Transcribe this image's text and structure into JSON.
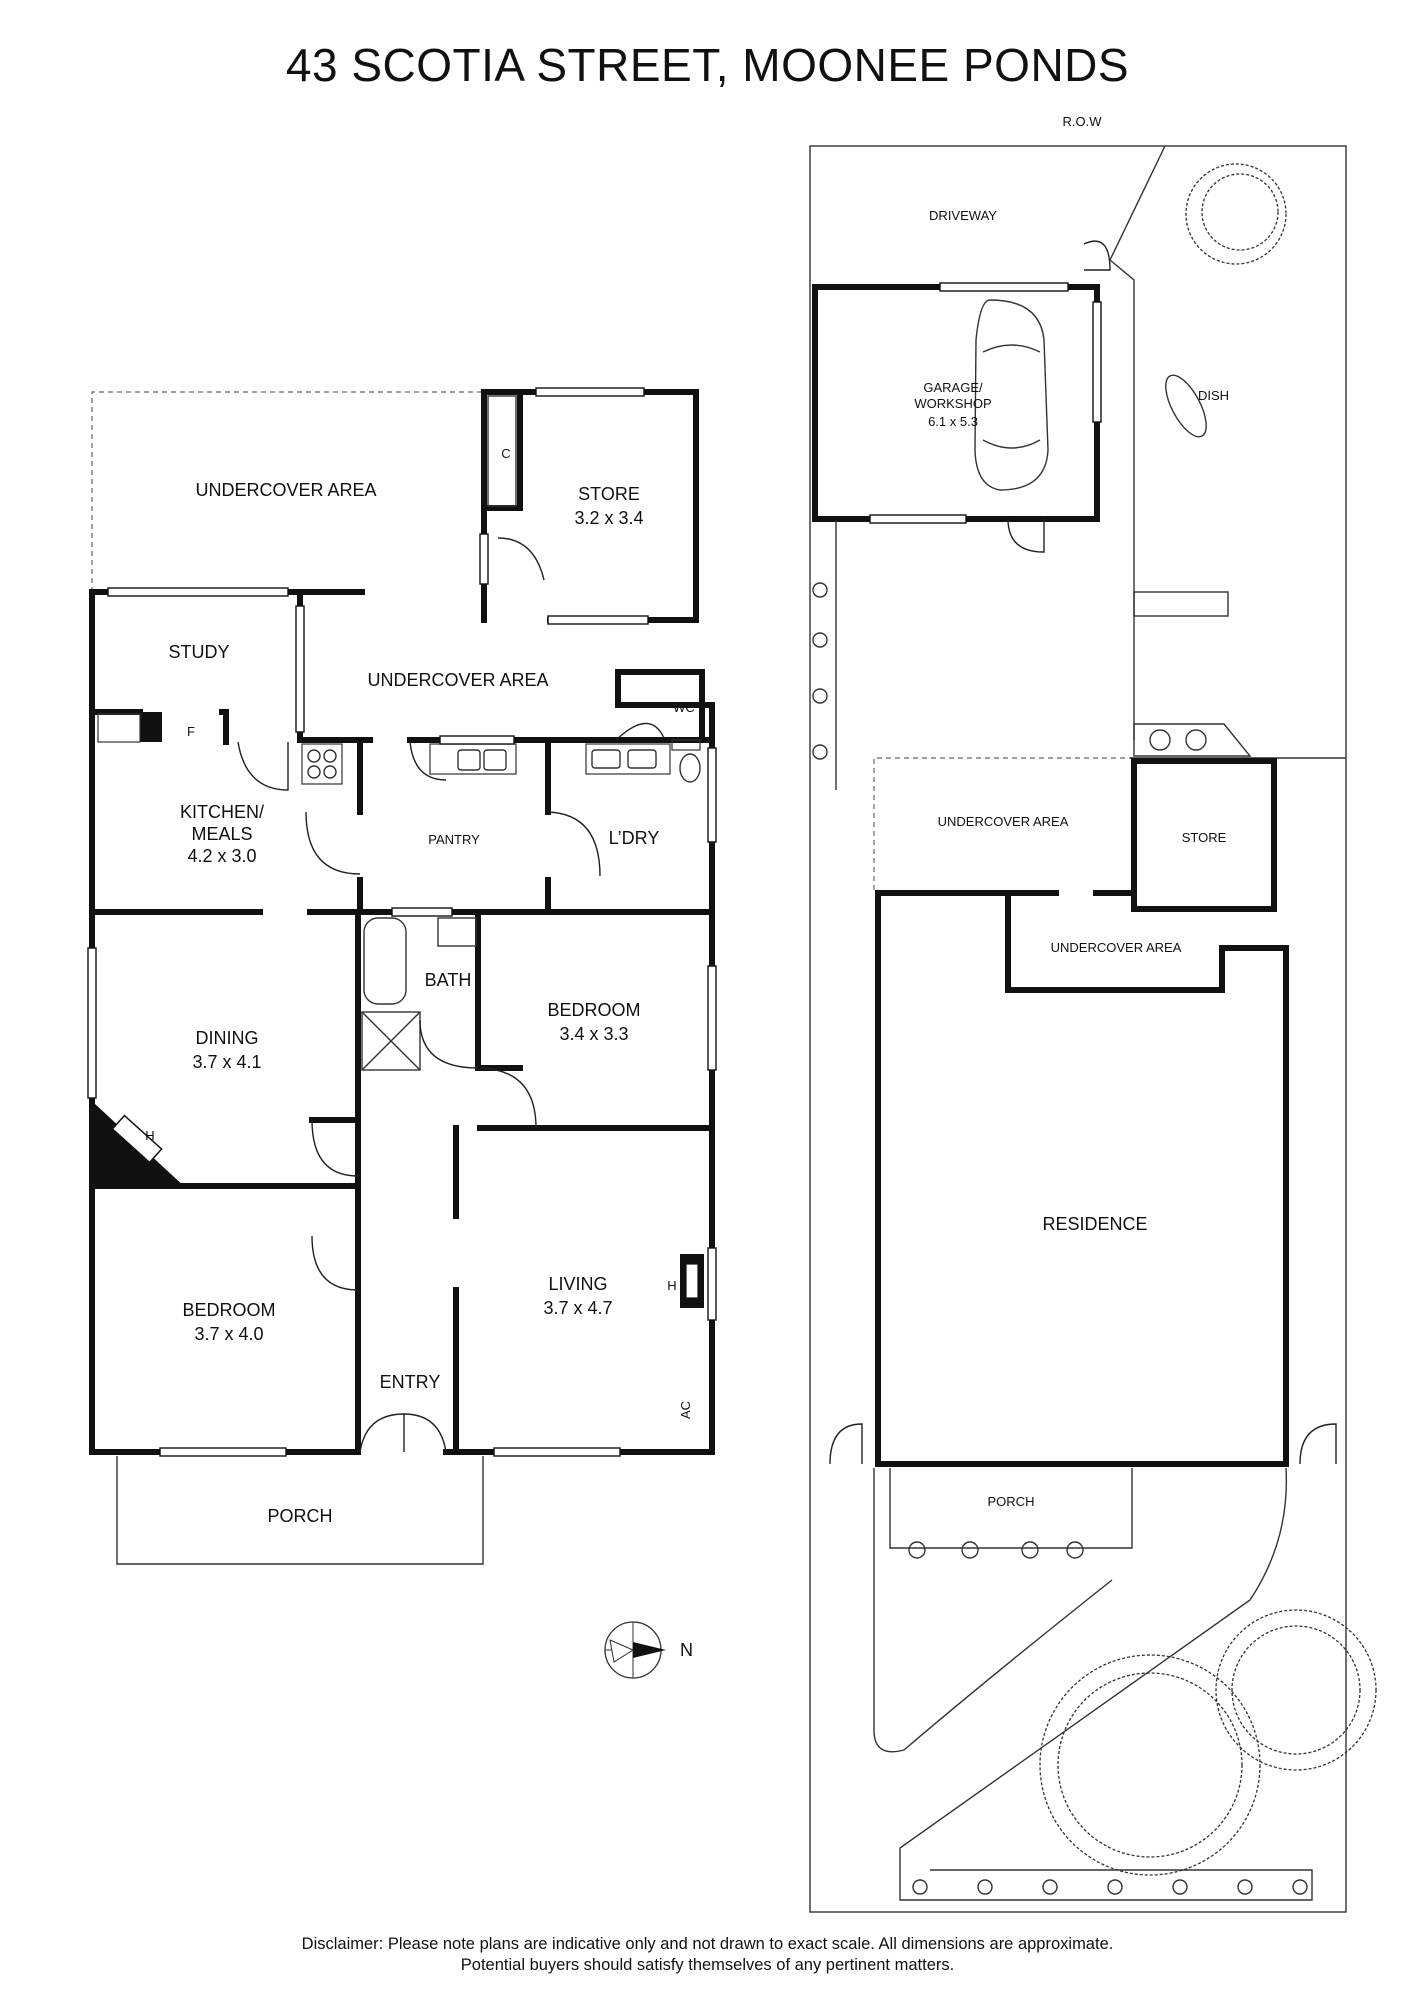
{
  "title": "43 SCOTIA STREET, MOONEE PONDS",
  "floor_plan": {
    "rooms": [
      {
        "name": "UNDERCOVER AREA",
        "size": ""
      },
      {
        "name": "STORE",
        "size": "3.2 x 3.4"
      },
      {
        "name": "STUDY",
        "size": ""
      },
      {
        "name": "UNDERCOVER AREA",
        "size": ""
      },
      {
        "name": "WC",
        "size": ""
      },
      {
        "name": "KITCHEN/\nMEALS",
        "size": "4.2 x 3.0"
      },
      {
        "name": "PANTRY",
        "size": ""
      },
      {
        "name": "L’DRY",
        "size": ""
      },
      {
        "name": "BATH",
        "size": ""
      },
      {
        "name": "BEDROOM",
        "size": "3.4 x 3.3"
      },
      {
        "name": "DINING",
        "size": "3.7 x 4.1"
      },
      {
        "name": "BEDROOM",
        "size": "3.7 x 4.0"
      },
      {
        "name": "LIVING",
        "size": "3.7 x 4.7"
      },
      {
        "name": "ENTRY",
        "size": ""
      },
      {
        "name": "PORCH",
        "size": ""
      }
    ],
    "fixture_labels": {
      "cupboard": "C",
      "fridge": "F",
      "heater_dining": "H",
      "heater_living": "H",
      "air_conditioner": "AC"
    }
  },
  "compass": {
    "label": "N"
  },
  "site_plan": {
    "labels": {
      "row": "R.O.W",
      "driveway": "DRIVEWAY",
      "garage": "GARAGE/\nWORKSHOP",
      "garage_size": "6.1 x 5.3",
      "dish": "DISH",
      "undercover_1": "UNDERCOVER AREA",
      "store": "STORE",
      "undercover_2": "UNDERCOVER AREA",
      "residence": "RESIDENCE",
      "porch": "PORCH"
    }
  },
  "disclaimer": {
    "line1": "Disclaimer: Please note plans are indicative only and not drawn to exact scale. All dimensions are approximate.",
    "line2": "Potential buyers should satisfy themselves of any pertinent matters."
  }
}
